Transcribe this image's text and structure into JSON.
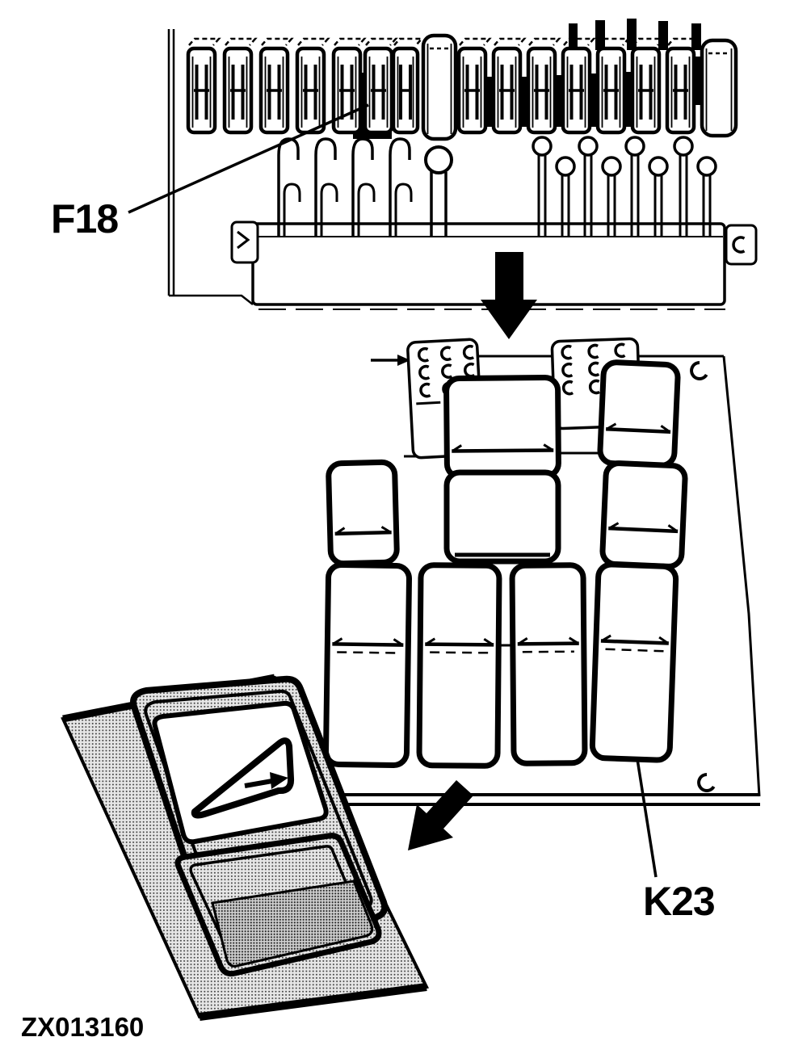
{
  "diagram": {
    "drawing_code": "ZX013160",
    "callouts": [
      {
        "id": "F18",
        "label": "F18",
        "target": "fuse"
      },
      {
        "id": "K23",
        "label": "K23",
        "target": "relay"
      }
    ],
    "icons": {
      "down_arrow": "down-arrow-icon",
      "removal_arrow": "down-left-arrow-icon",
      "switch_symbol": "triangle-right-arrow-icon",
      "screw_holes": "c-hole-icon"
    },
    "colors": {
      "line": "#000000",
      "background": "#ffffff",
      "halftone_light": "#e6e6e6",
      "halftone_dark": "#cfcfcf",
      "halftone_dot": "#3a3a3a"
    }
  }
}
